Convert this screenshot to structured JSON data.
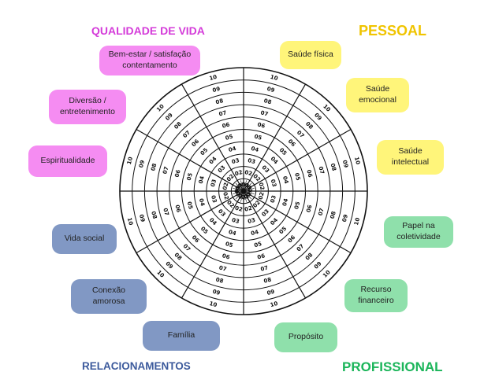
{
  "quadrants": {
    "top_left": {
      "title": "QUALIDADE DE VIDA",
      "color": "#d43bd9"
    },
    "top_right": {
      "title": "PESSOAL",
      "color": "#f0c400"
    },
    "bottom_left": {
      "title": "RELACIONAMENTOS",
      "color": "#3c5a9c"
    },
    "bottom_right": {
      "title": "PROFISSIONAL",
      "color": "#1bb55a"
    }
  },
  "areas": [
    {
      "id": "saude-fisica",
      "label": "Saúde física",
      "color": "#fff57a"
    },
    {
      "id": "saude-emocional",
      "label": "Saúde\nemocional",
      "color": "#fff57a"
    },
    {
      "id": "saude-intelectual",
      "label": "Saúde\nintelectual",
      "color": "#fff57a"
    },
    {
      "id": "papel-coletividade",
      "label": "Papel na\ncoletividade",
      "color": "#8fe0ab"
    },
    {
      "id": "recurso-financeiro",
      "label": "Recurso\nfinanceiro",
      "color": "#8fe0ab"
    },
    {
      "id": "proposito",
      "label": "Propósito",
      "color": "#8fe0ab"
    },
    {
      "id": "familia",
      "label": "Família",
      "color": "#8198c4"
    },
    {
      "id": "conexao-amorosa",
      "label": "Conexão\namorosa",
      "color": "#8198c4"
    },
    {
      "id": "vida-social",
      "label": "Vida social",
      "color": "#8198c4"
    },
    {
      "id": "espiritualidade",
      "label": "Espiritualidade",
      "color": "#f58cf2"
    },
    {
      "id": "diversao",
      "label": "Diversão /\nentretenimento",
      "color": "#f58cf2"
    },
    {
      "id": "bem-estar",
      "label": "Bem-estar / satisfação\ncontentamento",
      "color": "#f58cf2"
    }
  ],
  "wheel": {
    "scale_labels": [
      "01",
      "02",
      "03",
      "04",
      "05",
      "06",
      "07",
      "08",
      "09",
      "10"
    ],
    "line_color": "#111111"
  }
}
